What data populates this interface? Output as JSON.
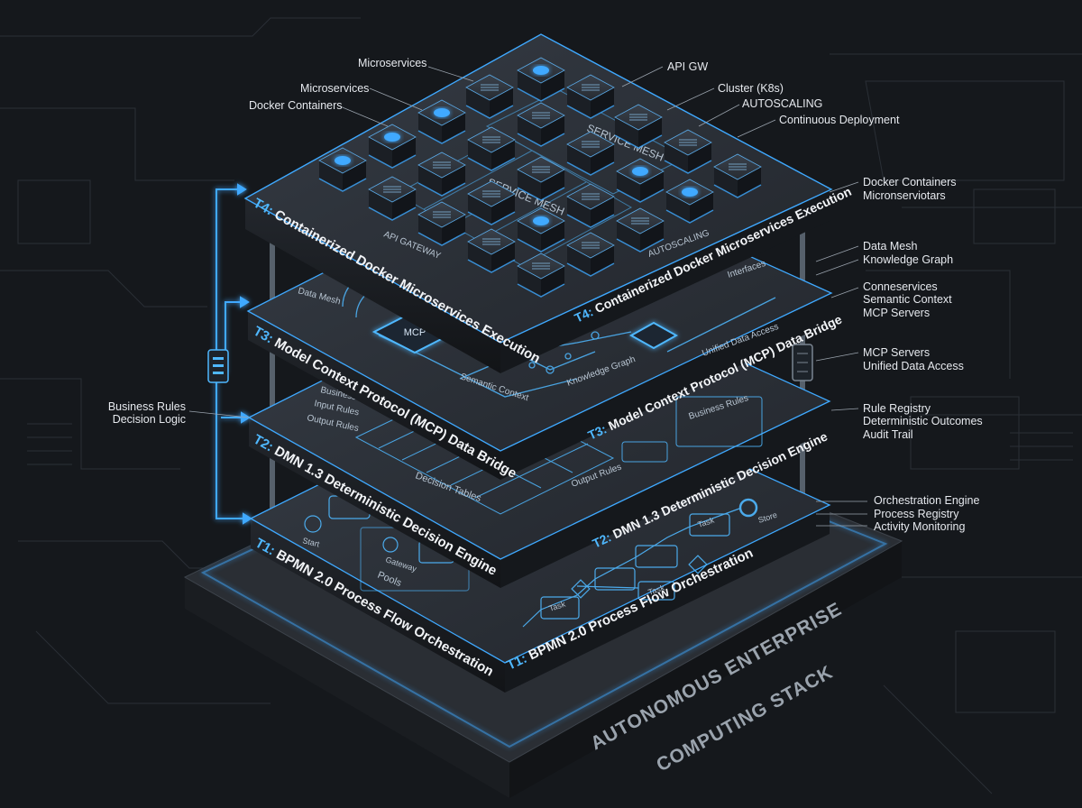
{
  "title": "AUTONOMOUS ENTERPRISE COMPUTING STACK",
  "title_lines": [
    "AUTONOMOUS ENTERPRISE",
    "COMPUTING STACK"
  ],
  "colors": {
    "background": "#15181c",
    "layer_top": "#2b3038",
    "layer_edge": "#1b1e23",
    "accent": "#3fa9ff",
    "glow": "#2f8fe8",
    "text": "#e6e9ee"
  },
  "tiers": [
    {
      "num": "T4:",
      "name": "Containerized Docker Microservices Execution"
    },
    {
      "num": "T3:",
      "name": "Model Context Protocol (MCP) Data Bridge"
    },
    {
      "num": "T2:",
      "name": "DMN 1.3 Deterministic Decision Engine"
    },
    {
      "num": "T1:",
      "name": "BPMN 2.0 Process Flow Orchestration"
    }
  ],
  "callouts": {
    "top": [
      "Microservices",
      "Microservices",
      "Docker Containers",
      "API GW",
      "Cluster (K8s)",
      "AUTOSCALING",
      "Continuous Deployment"
    ],
    "right_t4": [
      "Docker Containers",
      "Micronserviotars"
    ],
    "right_t3a": [
      "Data Mesh",
      "Knowledge Graph"
    ],
    "right_t3b": [
      "Conneservices",
      "Semantic Context",
      "MCP Servers"
    ],
    "right_t3c": [
      "MCP Servers",
      "Unified Data Access"
    ],
    "right_t2": [
      "Rule Registry",
      "Deterministic Outcomes",
      "Audit Trail"
    ],
    "right_t1": [
      "Orchestration Engine",
      "Process Registry",
      "Activity Monitoring"
    ],
    "left_t2": [
      "Business Rules",
      "Decision Logic"
    ]
  },
  "inner_labels": {
    "t4": [
      "SERVICE MESH",
      "SERVICE MESH",
      "API GATEWAY",
      "AUTOSCALING"
    ],
    "t3": [
      "Data Mesh",
      "MCP",
      "Semantic Context",
      "Knowledge Graph",
      "Unified Data Access",
      "Interfaces"
    ],
    "t2": [
      "Business Rule",
      "Input Rules",
      "Output Rules",
      "Decision Tables",
      "Output Rules",
      "Business Rules"
    ],
    "t1": [
      "Start",
      "Pools",
      "Task",
      "Gateway",
      "Task",
      "Task",
      "Store"
    ]
  }
}
